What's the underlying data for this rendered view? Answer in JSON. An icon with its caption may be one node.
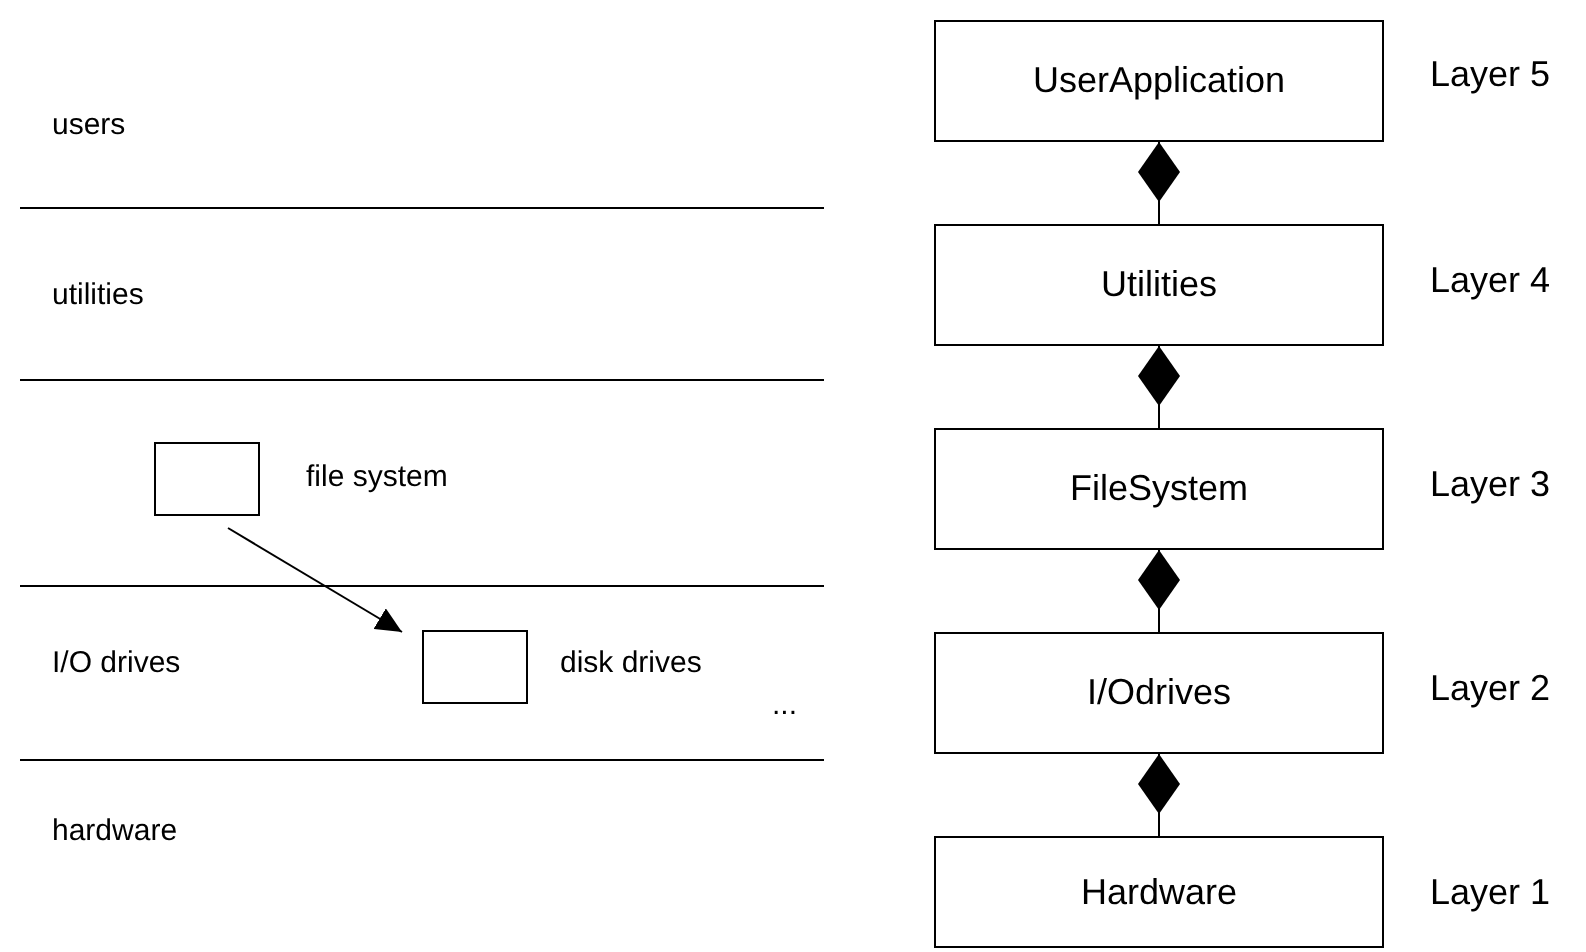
{
  "diagram": {
    "nodes": [
      {
        "text": [],
        "shape": "box",
        "beside": [
          "file system"
        ]
      },
      {
        "text": [],
        "shape": "box",
        "beside": [
          "disk drives"
        ]
      },
      {
        "text": [
          "UserApplication"
        ],
        "beside": [
          "Layer 5"
        ]
      },
      {
        "text": [
          "Utilities"
        ],
        "beside": [
          "Layer 4"
        ]
      },
      {
        "text": [
          "FileSystem"
        ],
        "beside": [
          "Layer 3"
        ]
      },
      {
        "text": [
          "I/Odrives"
        ],
        "beside": [
          "Layer 2"
        ]
      },
      {
        "text": [
          "Hardware"
        ],
        "beside": [
          "Layer 1"
        ]
      }
    ],
    "edges": [
      {
        "from": 0,
        "to": 1,
        "arrow": "to"
      },
      {
        "from": 2,
        "to": 3,
        "arrow": "other"
      },
      {
        "from": 3,
        "to": 4,
        "arrow": "other"
      },
      {
        "from": 4,
        "to": 5,
        "arrow": "other"
      },
      {
        "from": 5,
        "to": 6,
        "arrow": "other"
      }
    ],
    "labels": [
      "users",
      "utilities",
      "I/O drives",
      "...",
      "hardware"
    ]
  }
}
